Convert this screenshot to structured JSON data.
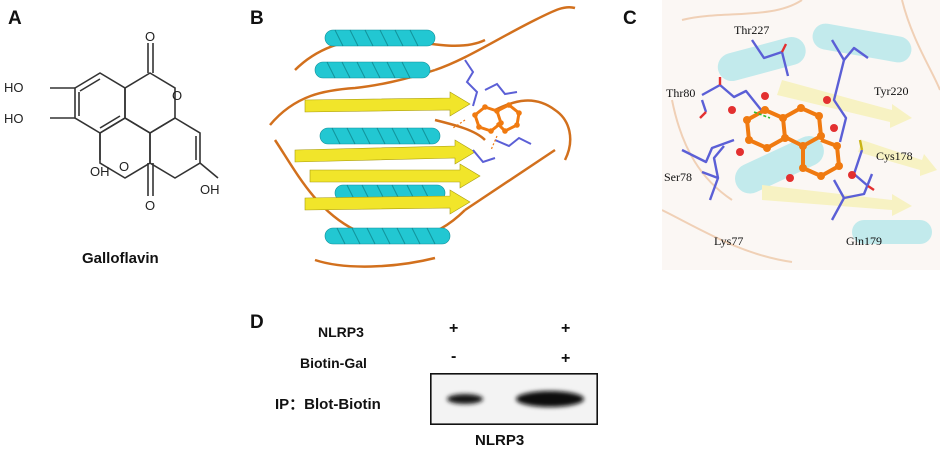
{
  "panels": {
    "a": {
      "letter": "A",
      "compound_name": "Galloflavin",
      "atoms": {
        "ho_top": "HO",
        "ho_mid": "HO",
        "oh_low": "OH",
        "oh_right": "OH",
        "o_top": "O",
        "o_ring_top": "O",
        "o_ring_bottom": "O",
        "o_bottom": "O"
      }
    },
    "b": {
      "letter": "B"
    },
    "c": {
      "letter": "C",
      "residues": [
        "Thr227",
        "Tyr220",
        "Thr80",
        "Cys178",
        "Ser78",
        "Gln179",
        "Lys77"
      ]
    },
    "d": {
      "letter": "D",
      "rows": [
        {
          "label": "NLRP3",
          "lane1": "+",
          "lane2": "+"
        },
        {
          "label": "Biotin-Gal",
          "lane1": "-",
          "lane2": "+"
        }
      ],
      "ip_label": "IP：Blot-Biotin",
      "bottom_label": "NLRP3"
    }
  },
  "colors": {
    "helix": "#22c7d2",
    "sheet": "#f1e52a",
    "coil": "#d2701d",
    "ligand": "#f07a10",
    "residue": "#5b5fd6"
  }
}
